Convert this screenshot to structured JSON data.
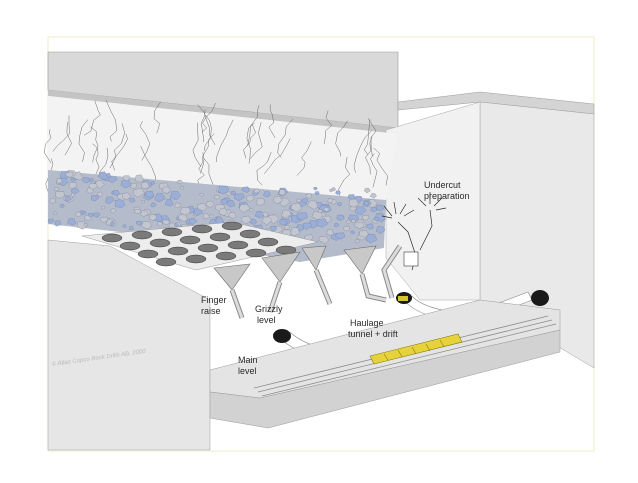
{
  "diagram": {
    "labels": {
      "undercut": [
        "Undercut",
        "preparation"
      ],
      "finger": [
        "Finger",
        "raise"
      ],
      "grizzly": [
        "Grizzly",
        "level"
      ],
      "haulage": [
        "Haulage",
        "tunnel + drift"
      ],
      "main": [
        "Main",
        "level"
      ]
    },
    "copyright": "© Atlas Copco Rock Drills AB, 2000",
    "colors": {
      "frame": "#f4efcf",
      "wall_light": "#ececec",
      "wall_mid": "#dcdcdc",
      "wall_dark": "#c7c7c7",
      "ore_blue": "#9aaed8",
      "ore_grey": "#c3c6cf",
      "train": "#e6d23a",
      "rail": "#8c8c8c"
    }
  }
}
